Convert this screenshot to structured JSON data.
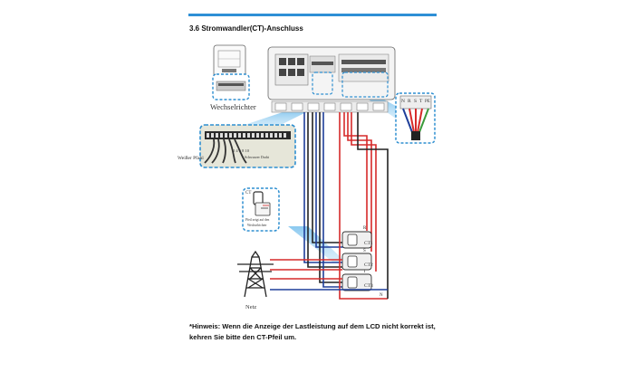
{
  "header": {
    "title": "3.6 Stromwandler(CT)-Anschluss"
  },
  "diagram": {
    "inverter_label": "Wechselrichter",
    "white_tube_label": "Weißer Pfahl",
    "terminal_caption": "Schwarzer Draht",
    "terminal_numbers": "2 4 6 8 10",
    "ct_label": "CT",
    "ct_arrow_note": "Pfeil zeigt auf den Wechselrichter",
    "phase_labels": [
      "N",
      "R",
      "S",
      "T",
      "PE"
    ],
    "ct_names": [
      "CT1",
      "CT2",
      "CT3"
    ],
    "phase_marks": [
      "R",
      "S",
      "T"
    ],
    "neutral_mark": "N",
    "grid_label": "Netz"
  },
  "footer": {
    "note_line1": "*Hinweis: Wenn die Anzeige der Lastleistung auf dem LCD nicht korrekt ist,",
    "note_line2": "kehren Sie bitte den CT-Pfeil um."
  },
  "colors": {
    "accent": "#2e8fd6",
    "callout": "#2f8fd0",
    "phase_red": "#d62a2a",
    "neutral_blue": "#1f3f9a",
    "wire_black": "#222222",
    "panel_bg": "#e6e6d9"
  }
}
